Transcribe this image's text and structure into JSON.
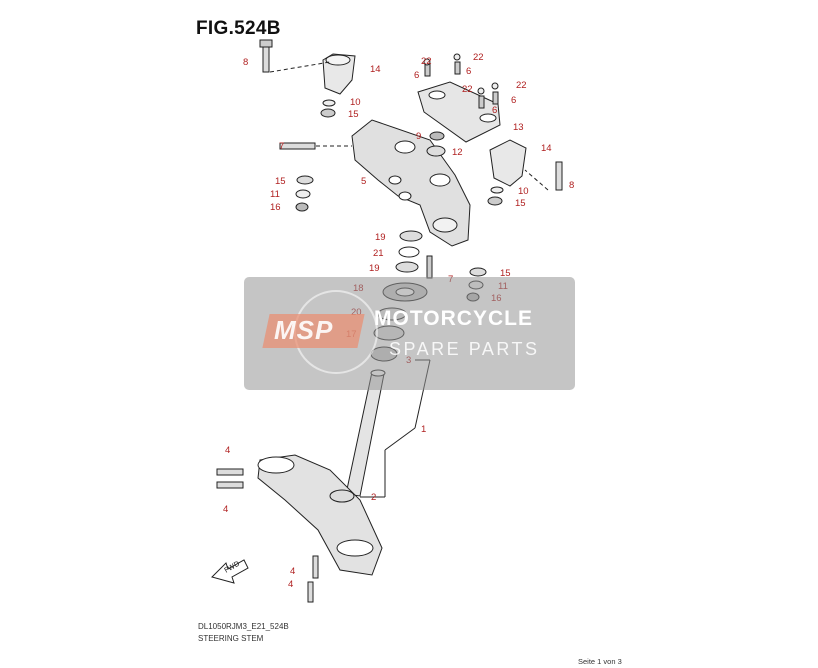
{
  "figure": {
    "title": "FIG.524B",
    "model_code": "DL1050RJM3_E21_524B",
    "caption": "STEERING STEM",
    "page_indicator": "Seite 1 von 3"
  },
  "watermark": {
    "badge": "MSP",
    "line1": "MOTORCYCLE",
    "line2": "SPARE PARTS"
  },
  "callouts": [
    "8",
    "14",
    "22",
    "22",
    "6",
    "6",
    "22",
    "22",
    "6",
    "6",
    "10",
    "15",
    "13",
    "7",
    "9",
    "12",
    "14",
    "15",
    "11",
    "16",
    "5",
    "10",
    "15",
    "8",
    "19",
    "21",
    "7",
    "19",
    "15",
    "11",
    "18",
    "16",
    "20",
    "17",
    "3",
    "1",
    "4",
    "4",
    "2",
    "4",
    "4"
  ],
  "fwd_label": "FWD",
  "colors": {
    "callout": "#b02020",
    "line": "#222222",
    "watermark": "#9a9a9a"
  }
}
